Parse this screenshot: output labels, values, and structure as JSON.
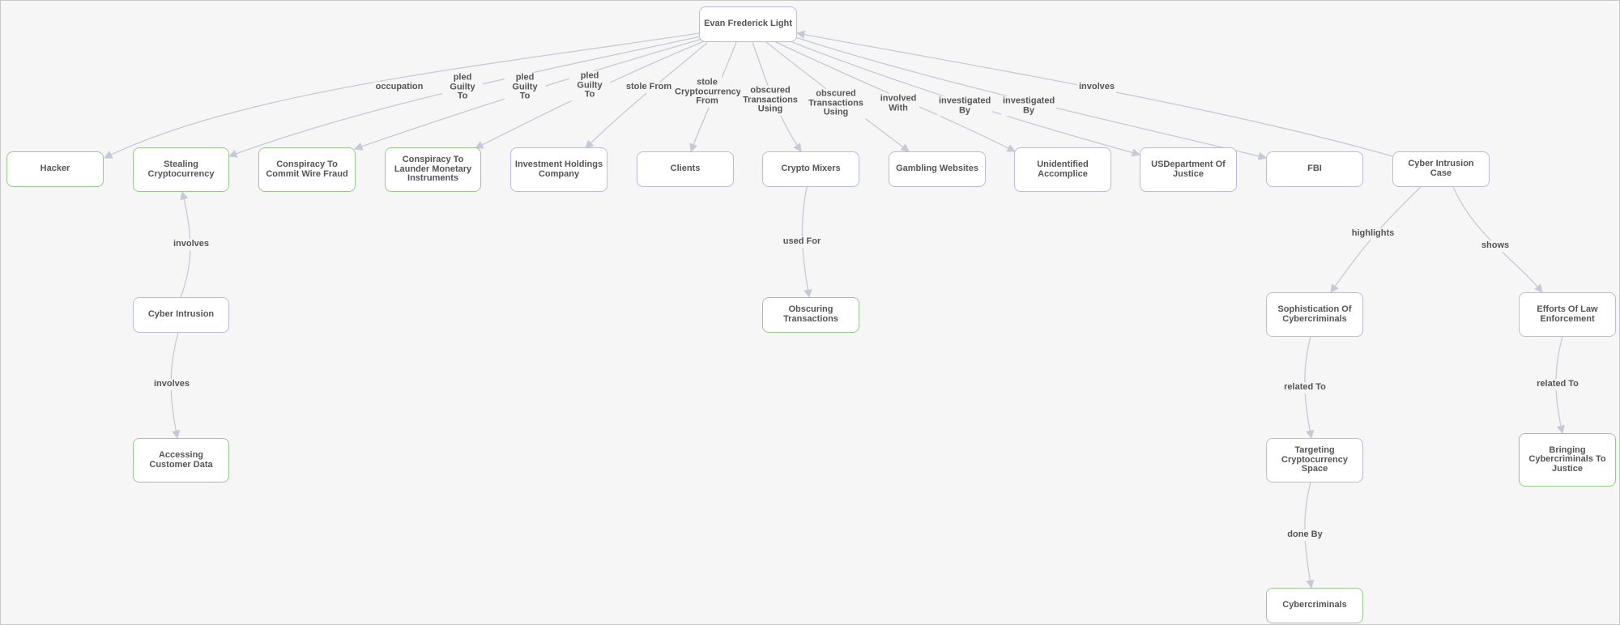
{
  "nodes": {
    "evan": "Evan Frederick Light",
    "hacker": "Hacker",
    "stealing": "Stealing Cryptocurrency",
    "wire_fraud": "Conspiracy To Commit Wire Fraud",
    "launder": "Conspiracy To Launder Monetary Instruments",
    "investment": "Investment Holdings Company",
    "clients": "Clients",
    "crypto_mixers": "Crypto Mixers",
    "gambling": "Gambling Websites",
    "accomplice": "Unidentified Accomplice",
    "doj": "USDepartment Of Justice",
    "fbi": "FBI",
    "case": "Cyber Intrusion Case",
    "intrusion": "Cyber Intrusion",
    "obscuring": "Obscuring Transactions",
    "accessing": "Accessing Customer Data",
    "sophistication": "Sophistication Of Cybercriminals",
    "efforts": "Efforts Of Law Enforcement",
    "targeting": "Targeting Cryptocurrency Space",
    "justice": "Bringing Cybercriminals To Justice",
    "cybercriminals": "Cybercriminals"
  },
  "edge_labels": {
    "occupation": "occupation",
    "pled1": "pled Guilty To",
    "pled2": "pled Guilty To",
    "pled3": "pled Guilty To",
    "stole_from": "stole From",
    "stole_crypto": "stole Cryptocurrency From",
    "obscured1": "obscured Transactions Using",
    "obscured2": "obscured Transactions Using",
    "involved_with": "involved With",
    "investigated1": "investigated By",
    "investigated2": "investigated By",
    "involves_case": "involves",
    "involves_stealing": "involves",
    "involves_accessing": "involves",
    "used_for": "used For",
    "highlights": "highlights",
    "shows": "shows",
    "related1": "related To",
    "related2": "related To",
    "done_by": "done By"
  },
  "colors": {
    "entity_border": "#b9bbe0",
    "concept_border": "#98c98e",
    "edge": "#c7c9d6",
    "text": "#555555",
    "background": "#f6f6f6"
  }
}
